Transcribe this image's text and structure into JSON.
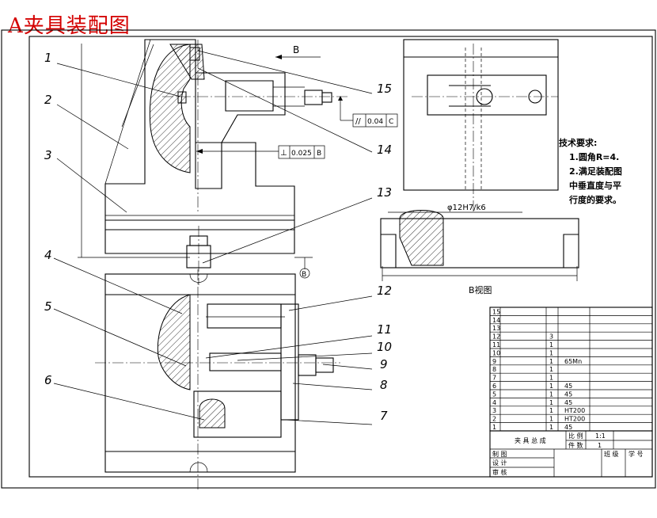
{
  "title": "A夹具装配图",
  "view_b_arrow_label": "B",
  "datum_b_label": "B",
  "view_b_caption": "B视图",
  "fit_label": "φ12H7/k6",
  "tolerances": {
    "parallel": {
      "symbol": "//",
      "value": "0.04",
      "datum": "C"
    },
    "perpendicular": {
      "symbol": "⊥",
      "value": "0.025",
      "datum": "B"
    }
  },
  "balloons": [
    "1",
    "2",
    "3",
    "4",
    "5",
    "6",
    "7",
    "8",
    "9",
    "10",
    "11",
    "12",
    "13",
    "14",
    "15"
  ],
  "tech_requirements": {
    "heading": "技术要求:",
    "lines": [
      "1.圆角R=4.",
      "2.满足装配图",
      "中垂直度与平",
      "行度的要求。"
    ]
  },
  "parts_list": [
    {
      "no": "15",
      "qty": "",
      "mat": ""
    },
    {
      "no": "14",
      "qty": "",
      "mat": ""
    },
    {
      "no": "13",
      "qty": "",
      "mat": ""
    },
    {
      "no": "12",
      "qty": "3",
      "mat": ""
    },
    {
      "no": "11",
      "qty": "1",
      "mat": ""
    },
    {
      "no": "10",
      "qty": "1",
      "mat": ""
    },
    {
      "no": "9",
      "qty": "1",
      "mat": "65Mn"
    },
    {
      "no": "8",
      "qty": "1",
      "mat": ""
    },
    {
      "no": "7",
      "qty": "1",
      "mat": ""
    },
    {
      "no": "6",
      "qty": "1",
      "mat": "45"
    },
    {
      "no": "5",
      "qty": "1",
      "mat": "45"
    },
    {
      "no": "4",
      "qty": "1",
      "mat": "45"
    },
    {
      "no": "3",
      "qty": "1",
      "mat": "HT200"
    },
    {
      "no": "2",
      "qty": "1",
      "mat": "HT200"
    },
    {
      "no": "1",
      "qty": "1",
      "mat": "45"
    }
  ],
  "title_block": {
    "name": "夹 具 总 成",
    "scale_label": "比 例",
    "scale": "1:1",
    "count_label": "件 数",
    "count": "1",
    "rows": [
      "制 图",
      "设 计",
      "审 核"
    ],
    "class_label": "班 级",
    "student_label": "学 号"
  }
}
